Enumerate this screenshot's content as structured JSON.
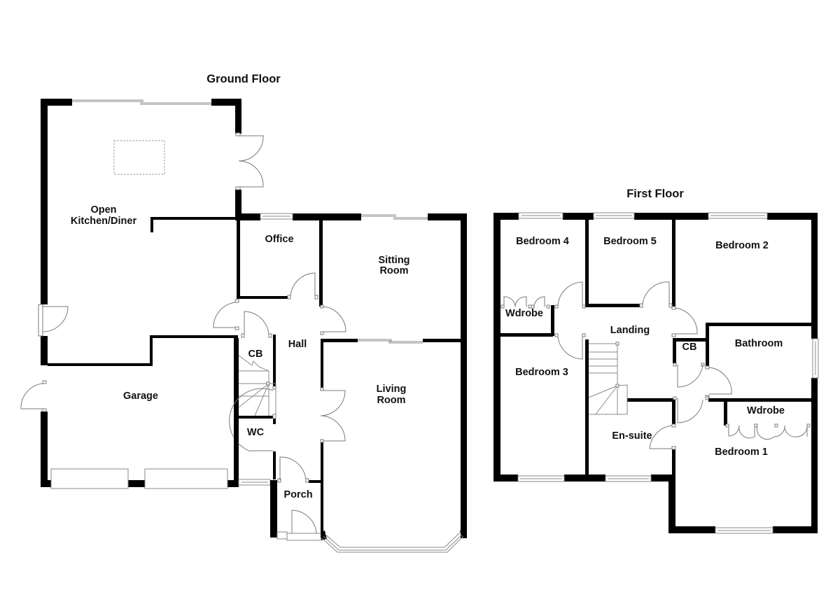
{
  "ground_floor": {
    "title": "Ground Floor",
    "rooms": {
      "kitchen_line1": "Open",
      "kitchen_line2": "Kitchen/Diner",
      "office": "Office",
      "sitting_line1": "Sitting",
      "sitting_line2": "Room",
      "hall": "Hall",
      "cb": "CB",
      "garage": "Garage",
      "wc": "WC",
      "living_line1": "Living",
      "living_line2": "Room",
      "porch": "Porch"
    }
  },
  "first_floor": {
    "title": "First Floor",
    "rooms": {
      "bedroom4": "Bedroom 4",
      "bedroom5": "Bedroom 5",
      "bedroom2": "Bedroom 2",
      "wardrobe_b4": "Wdrobe",
      "landing": "Landing",
      "cb": "CB",
      "bathroom": "Bathroom",
      "bedroom3": "Bedroom 3",
      "wardrobe_b1": "Wdrobe",
      "ensuite": "En-suite",
      "bedroom1": "Bedroom 1"
    }
  },
  "colors": {
    "wall": "#000000",
    "fixture_line": "#8a8a8a",
    "background": "#ffffff"
  }
}
